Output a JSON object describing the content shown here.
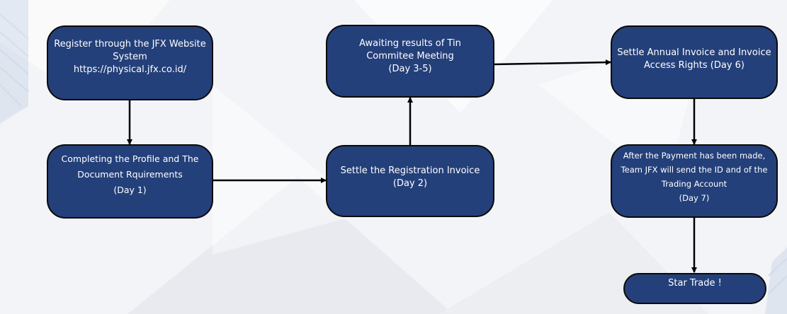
{
  "diagram": {
    "nodes": [
      {
        "id": "register",
        "lines": [
          "Register through the JFX Website",
          "System",
          "https://physical.jfx.co.id/"
        ]
      },
      {
        "id": "profile",
        "lines": [
          "Completing the Profile and The",
          "Document Rquirements",
          "(Day 1)"
        ]
      },
      {
        "id": "registration-invoice",
        "lines": [
          "Settle the Registration Invoice",
          "(Day 2)"
        ]
      },
      {
        "id": "awaiting",
        "lines": [
          "Awaiting results of Tin",
          "Commitee Meeting",
          "(Day 3-5)"
        ]
      },
      {
        "id": "annual-invoice",
        "lines": [
          "Settle Annual Invoice and Invoice",
          "Access Rights  (Day 6)"
        ]
      },
      {
        "id": "payment",
        "lines": [
          "After the Payment has been made,",
          "Team JFX will send the ID and  of the",
          "Trading Account",
          "(Day 7)"
        ]
      },
      {
        "id": "start",
        "lines": [
          "Star Trade !"
        ]
      }
    ],
    "edges": [
      {
        "from": "register",
        "to": "profile"
      },
      {
        "from": "profile",
        "to": "registration-invoice"
      },
      {
        "from": "registration-invoice",
        "to": "awaiting"
      },
      {
        "from": "awaiting",
        "to": "annual-invoice"
      },
      {
        "from": "annual-invoice",
        "to": "payment"
      },
      {
        "from": "payment",
        "to": "start"
      }
    ],
    "colors": {
      "node_fill": "#24407a",
      "node_border": "#0a0a0a",
      "node_text": "#ffffff",
      "edge": "#000000",
      "background": "#f3f4f7"
    }
  }
}
